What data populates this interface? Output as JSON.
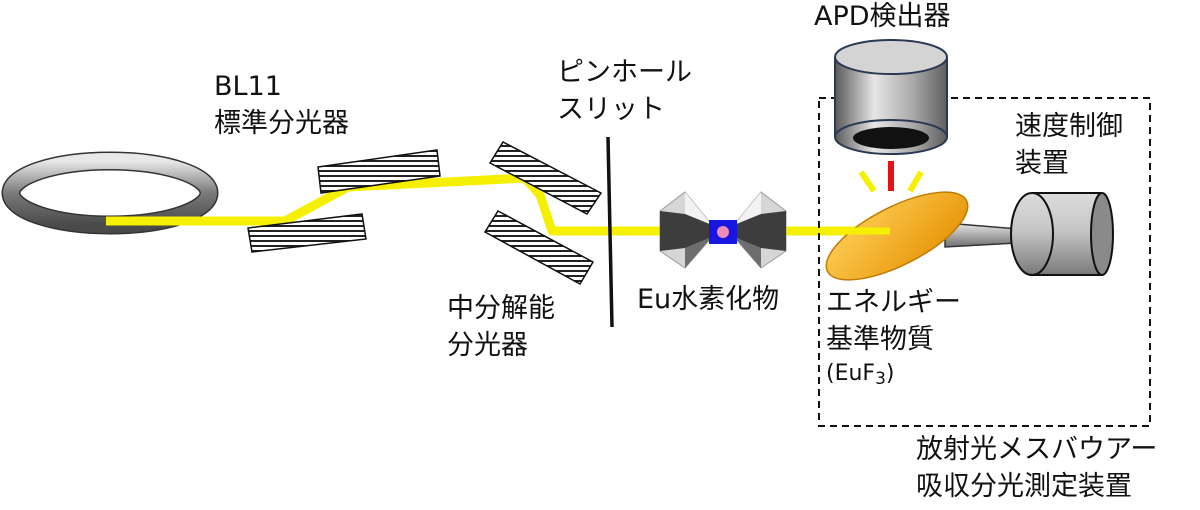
{
  "labels": {
    "bl11_line1": "BL11",
    "bl11_line2": "標準分光器",
    "pinhole_line1": "ピンホール",
    "pinhole_line2": "スリット",
    "apd": "APD検出器",
    "speed_line1": "速度制御",
    "speed_line2": "装置",
    "mid_line1": "中分解能",
    "mid_line2": "分光器",
    "eu_sample": "Eu水素化物",
    "ref_line1": "エネルギー",
    "ref_line2": "基準物質",
    "ref_formula_pre": "(EuF",
    "ref_formula_sub": "3",
    "ref_formula_post": ")",
    "system_line1": "放射光メスバウアー",
    "system_line2": "吸収分光測定装置"
  },
  "colors": {
    "beam": "#f5f000",
    "sample_box": "#1616e0",
    "sample_dot": "#f08ab8",
    "reference_foil": "#f2a400",
    "detector_signal": "#e81010",
    "detector_rays": "#f5f000"
  }
}
